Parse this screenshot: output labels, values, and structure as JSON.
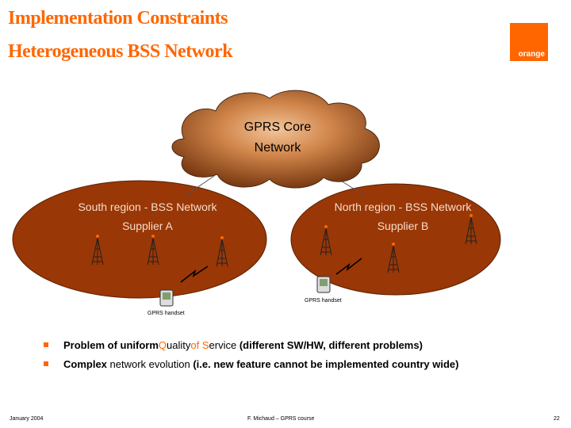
{
  "header": {
    "title_line1": "Implementation Constraints",
    "title_line2": "Heterogeneous BSS Network",
    "logo_text": "orange"
  },
  "diagram": {
    "core": {
      "line1": "GPRS Core",
      "line2": "Network"
    },
    "south": {
      "line1": "South region - BSS Network",
      "line2": "Supplier A"
    },
    "north": {
      "line1": "North region - BSS Network",
      "line2": "Supplier B"
    },
    "handsets": [
      "GPRS handset",
      "GPRS handset"
    ]
  },
  "bullets": [
    {
      "parts": [
        "Problem of uniform ",
        "Q",
        "uality ",
        "of",
        " ",
        "S",
        "ervice",
        " (different SW/HW, different problems)"
      ]
    },
    {
      "parts": [
        "Complex",
        " network ",
        "evolution",
        " (i.e. new feature cannot be implemented country wide)"
      ]
    }
  ],
  "footer": {
    "date": "January 2004",
    "author": "F. Michaud – GPRS course",
    "page": "22"
  },
  "colors": {
    "accent": "#ff6600",
    "region_fill": "#9a3a08",
    "cloud_fill": "#c8763a"
  },
  "icons": [
    "bts-antenna-icon",
    "gprs-handset-icon",
    "radio-link-icon",
    "orange-logo-icon"
  ]
}
